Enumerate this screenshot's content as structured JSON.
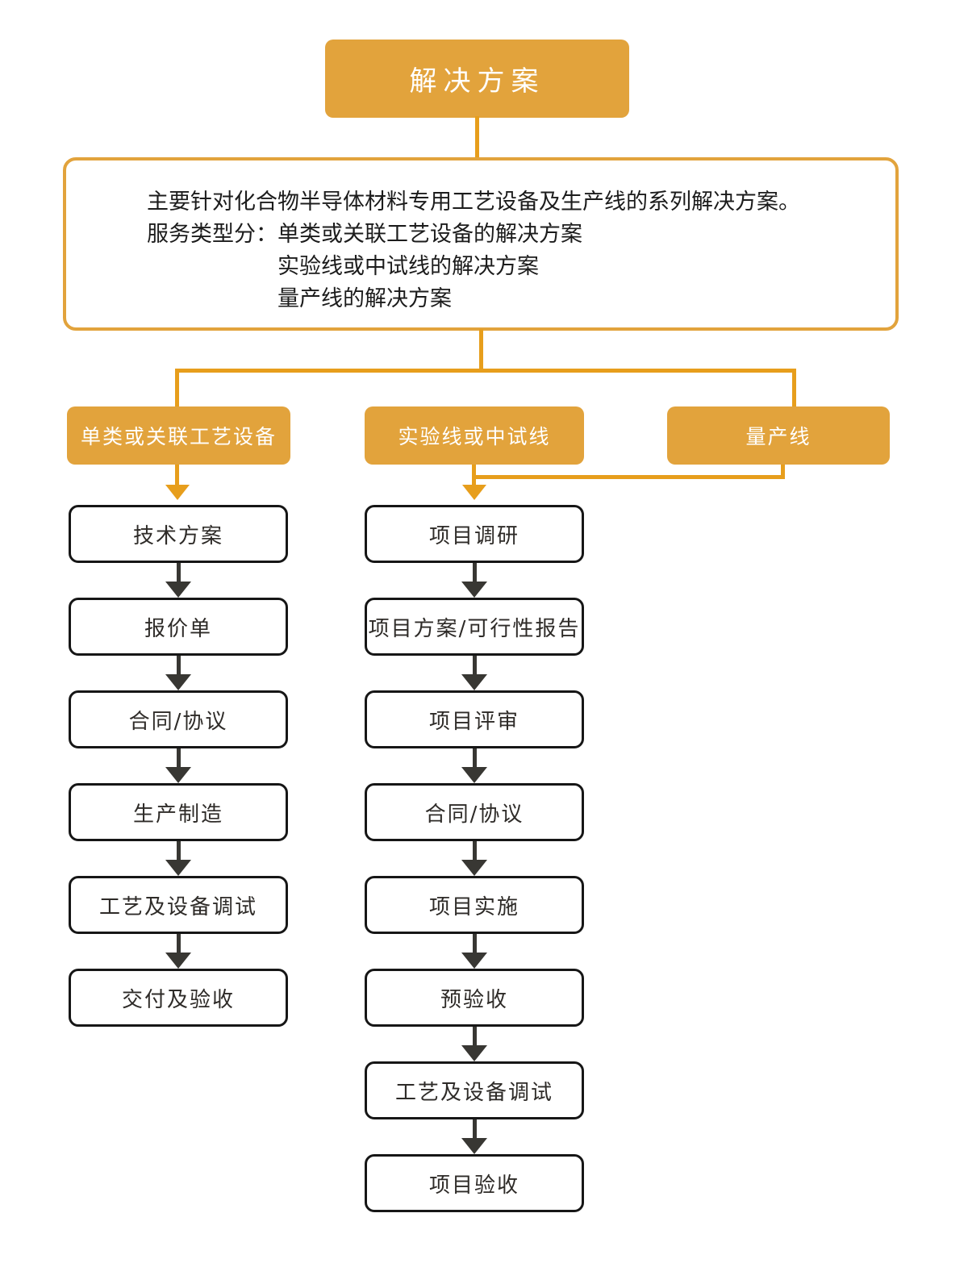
{
  "colors": {
    "node_fill_orange": "#E2A33C",
    "connector_orange": "#E79E1C",
    "dark_arrow": "#383733",
    "step_border": "#161616",
    "background": "#FFFFFF"
  },
  "root": {
    "title": "解决方案"
  },
  "description": {
    "intro": "主要针对化合物半导体材料专用工艺设备及生产线的系列解决方案。",
    "service_label": "服务类型分：",
    "service_types": [
      "单类或关联工艺设备的解决方案",
      "实验线或中试线的解决方案",
      "量产线的解决方案"
    ]
  },
  "branches": [
    {
      "label": "单类或关联工艺设备"
    },
    {
      "label": "实验线或中试线"
    },
    {
      "label": "量产线"
    }
  ],
  "flows": {
    "equipment_steps": [
      "技术方案",
      "报价单",
      "合同/协议",
      "生产制造",
      "工艺及设备调试",
      "交付及验收"
    ],
    "line_steps": [
      "项目调研",
      "项目方案/可行性报告",
      "项目评审",
      "合同/协议",
      "项目实施",
      "预验收",
      "工艺及设备调试",
      "项目验收"
    ]
  }
}
